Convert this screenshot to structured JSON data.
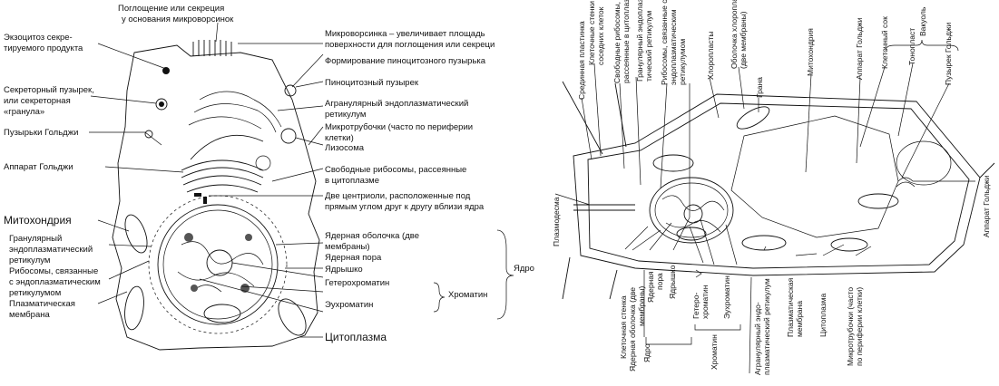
{
  "animal": {
    "labels_left": [
      "Экзоцитоз секре-",
      "тируемого продукта",
      "Секреторный пузырек,",
      "или секреторная",
      "«гранула»",
      "Пузырьки Гольджи",
      "Аппарат Гольджи",
      "Митохондрия",
      "Гранулярный",
      "эндоплазматический",
      "ретикулум",
      "Рибосомы, связанные",
      "с эндоплазматическим",
      "ретикулумом",
      "Плазматическая",
      "мембрана"
    ],
    "labels_top": [
      "Поглощение или секреция",
      "у основания микроворсинок"
    ],
    "labels_right": [
      "Микроворсинка – увеличивает площадь",
      "поверхности для поглощения или секреци",
      "Формирование пиноцитозного пузырька",
      "Пиноцитозный пузырек",
      "Агранулярный эндоплазматический",
      "ретикулум",
      "Микротрубочки (часто по периферии",
      "клетки)",
      "Лизосома",
      "Свободные рибосомы, рассеянные",
      "в цитоплазме",
      "Две центриоли, расположенные под",
      "прямым углом друг к другу вблизи ядра",
      "Ядерная оболочка (две",
      "мембраны)",
      "Ядерная пора",
      "Ядрышко",
      "Гетерохроматин",
      "Эухроматин",
      "Хроматин",
      "Ядро",
      "Цитоплазма"
    ]
  },
  "plant": {
    "labels_top": [
      "Срединная пластинка",
      "Клеточные стенки",
      "соседних клеток",
      "Свободные рибосомы,",
      "рассеянные в цитоплазме",
      "Гранулярный эндоплазма-",
      "тический ретикулум",
      "Рибосомы, связанные с",
      "эндоплазматическим",
      "ретикулумом",
      "Хлоропласты",
      "Оболочка хлоропласта",
      "(две мембраны)",
      "Грана",
      "Митохондрия",
      "Аппарат Гольджи",
      "Клеточный сок",
      "Вакуоль",
      "Тонопласт",
      "Пузырек Гольджи"
    ],
    "label_left": "Плазмодесма",
    "label_right": "Аппарат Гольджи",
    "labels_bottom": [
      "Клеточная стенка",
      "Ядерная оболочка (две",
      "мембраны)",
      "Ядерная",
      "пора",
      "Ядрышко",
      "Ядро",
      "Гетеро-",
      "хроматин",
      "Эухроматин",
      "Хроматин",
      "Агранулярный эндо-",
      "плазматический ретикулум",
      "Плазматическая",
      "мембрана",
      "Цитоплазма",
      "Микротрубочки (часто",
      "по периферии клетки)"
    ]
  }
}
